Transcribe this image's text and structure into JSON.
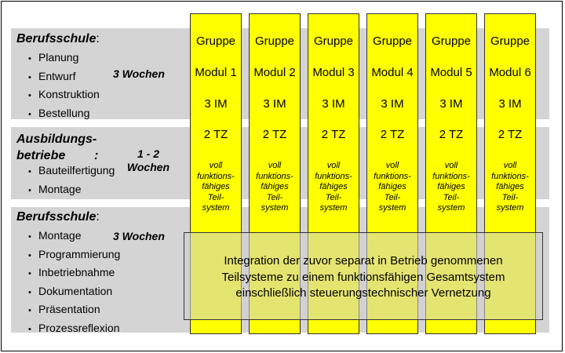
{
  "sections": [
    {
      "title": "Berufsschule",
      "title_suffix": ":",
      "items": [
        "Planung",
        "Entwurf",
        "Konstruktion",
        "Bestellung"
      ],
      "duration": "3 Wochen"
    },
    {
      "title": "Ausbildungs-\nbetriebe",
      "title_suffix": ":",
      "items": [
        "Bauteilfertigung",
        "Montage"
      ],
      "duration": "1 - 2\nWochen"
    },
    {
      "title": "Berufsschule",
      "title_suffix": ":",
      "items": [
        "Montage",
        "Programmierung",
        "Inbetriebnahme",
        "Dokumentation",
        "Präsentation",
        "Prozessreflexion"
      ],
      "duration": "3 Wochen"
    }
  ],
  "bullet": "•",
  "groups": [
    {
      "label": "Gruppe",
      "module": "Modul 1",
      "im": "3 IM",
      "tz": "2 TZ",
      "result": "voll\nfunktions-\nfähiges\nTeil-\nsystem"
    },
    {
      "label": "Gruppe",
      "module": "Modul 2",
      "im": "3 IM",
      "tz": "2 TZ",
      "result": "voll\nfunktions-\nfähiges\nTeil-\nsystem"
    },
    {
      "label": "Gruppe",
      "module": "Modul 3",
      "im": "3 IM",
      "tz": "2 TZ",
      "result": "voll\nfunktions-\nfähiges\nTeil-\nsystem"
    },
    {
      "label": "Gruppe",
      "module": "Modul 4",
      "im": "3 IM",
      "tz": "2 TZ",
      "result": "voll\nfunktions-\nfähiges\nTeil-\nsystem"
    },
    {
      "label": "Gruppe",
      "module": "Modul 5",
      "im": "3 IM",
      "tz": "2 TZ",
      "result": "voll\nfunktions-\nfähiges\nTeil-\nsystem"
    },
    {
      "label": "Gruppe",
      "module": "Modul 6",
      "im": "3 IM",
      "tz": "2 TZ",
      "result": "voll\nfunktions-\nfähiges\nTeil-\nsystem"
    }
  ],
  "integration": "Integration der zuvor separat in Betrieb genommenen\nTeilsysteme zu einem funktionsfähigen Gesamtsystem\neinschließlich steuerungstechnischer Vernetzung",
  "colors": {
    "module_fill": "#ffff00",
    "band_fill": "#d4d4d4",
    "integration_fill": "#cecece"
  }
}
